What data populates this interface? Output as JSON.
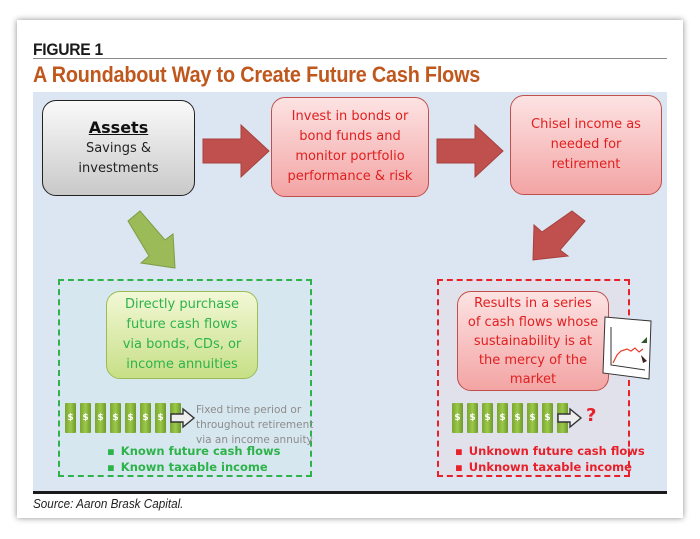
{
  "figure": {
    "label": "FIGURE 1",
    "title": "A Roundabout Way to Create Future Cash Flows",
    "source": "Source: Aaron Brask Capital."
  },
  "diagram": {
    "assets": {
      "title": "Assets",
      "subtitle_line1": "Savings &",
      "subtitle_line2": "investments"
    },
    "invest": {
      "lines": [
        "Invest in bonds or",
        "bond funds and",
        "monitor portfolio",
        "performance & risk"
      ]
    },
    "chisel": {
      "lines": [
        "Chisel income as",
        "needed for",
        "retirement"
      ]
    },
    "direct": {
      "lines": [
        "Directly purchase",
        "future cash flows",
        "via bonds, CDs, or",
        "income annuities"
      ],
      "bill_symbol": "$",
      "bill_count": 8,
      "note_lines": [
        "Fixed time period or",
        "throughout retirement",
        "via an income annuity"
      ],
      "bullets": [
        "Known future cash flows",
        "Known taxable income"
      ]
    },
    "results": {
      "lines": [
        "Results in a series",
        "of cash flows whose",
        "sustainability is at",
        "the mercy of the",
        "market"
      ],
      "bill_symbol": "$",
      "bill_count": 8,
      "unknown_marker": "?",
      "bullets": [
        "Unknown future cash flows",
        "Unknown taxable income"
      ]
    },
    "colors": {
      "accent_title": "#c0571c",
      "red_text": "#e02020",
      "green_text": "#2db34a",
      "arrow_red": "#c0504d",
      "arrow_green": "#9bbb59",
      "panel_bg": "#dbe6f2"
    }
  }
}
